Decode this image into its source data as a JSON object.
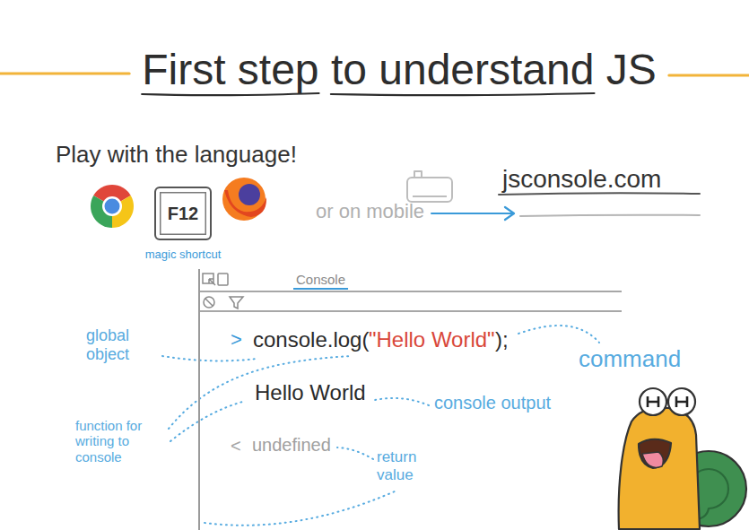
{
  "diagram": {
    "title": "First step to understand JS",
    "nodes": [
      {
        "text": [
          "F12"
        ]
      },
      {
        "text": [
          "Console",
          ">",
          "console.log(",
          "\"Hello World\"",
          ");",
          "Hello World",
          "<",
          "undefined"
        ]
      }
    ],
    "labels": [
      "Play with the language!",
      "magic shortcut",
      "or on mobile",
      "jsconsole.com",
      "global object",
      "command",
      "console output",
      "function for writing to console",
      "return value"
    ]
  }
}
